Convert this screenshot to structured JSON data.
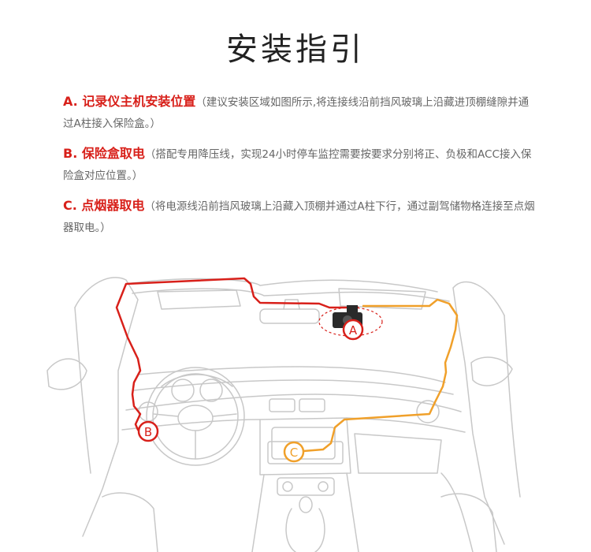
{
  "title": "安装指引",
  "items": [
    {
      "head": "A. 记录仪主机安装位置",
      "desc": "（建议安装区域如图所示,将连接线沿前挡风玻璃上沿藏进顶棚缝隙并通过A柱接入保险盒。）"
    },
    {
      "head": "B. 保险盒取电",
      "desc": "（搭配专用降压线，实现24小时停车监控需要按要求分别将正、负极和ACC接入保险盒对应位置。）"
    },
    {
      "head": "C. 点烟器取电",
      "desc": "（将电源线沿前挡风玻璃上沿藏入顶棚并通过A柱下行，通过副驾储物格连接至点烟器取电。）"
    }
  ],
  "markers": {
    "a": "A",
    "b": "B",
    "c": "C"
  },
  "colors": {
    "red": "#d8201a",
    "orange": "#f0a02a",
    "line": "#c8c8c8"
  }
}
